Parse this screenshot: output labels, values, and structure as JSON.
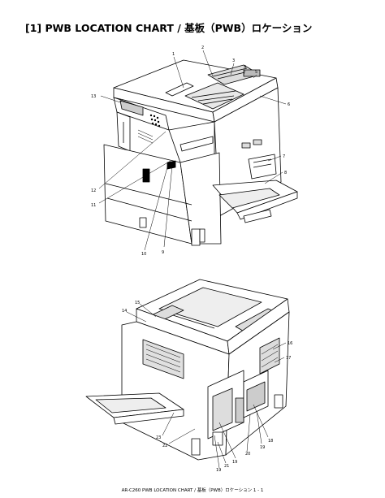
{
  "page": {
    "title": "[1] PWB LOCATION CHART / 基板（PWB）ロケーション",
    "footer": "AR-C260  PWB LOCATION CHART / 基板（PWB）ロケーション  1 - 1"
  },
  "figure_top": {
    "callouts": [
      "1",
      "2",
      "3",
      "4",
      "5",
      "6",
      "7",
      "8",
      "9",
      "10",
      "11",
      "12",
      "13"
    ]
  },
  "figure_bottom": {
    "callouts": [
      "14",
      "15",
      "16",
      "17",
      "18",
      "19",
      "19",
      "19",
      "20",
      "21",
      "22",
      "23"
    ]
  }
}
